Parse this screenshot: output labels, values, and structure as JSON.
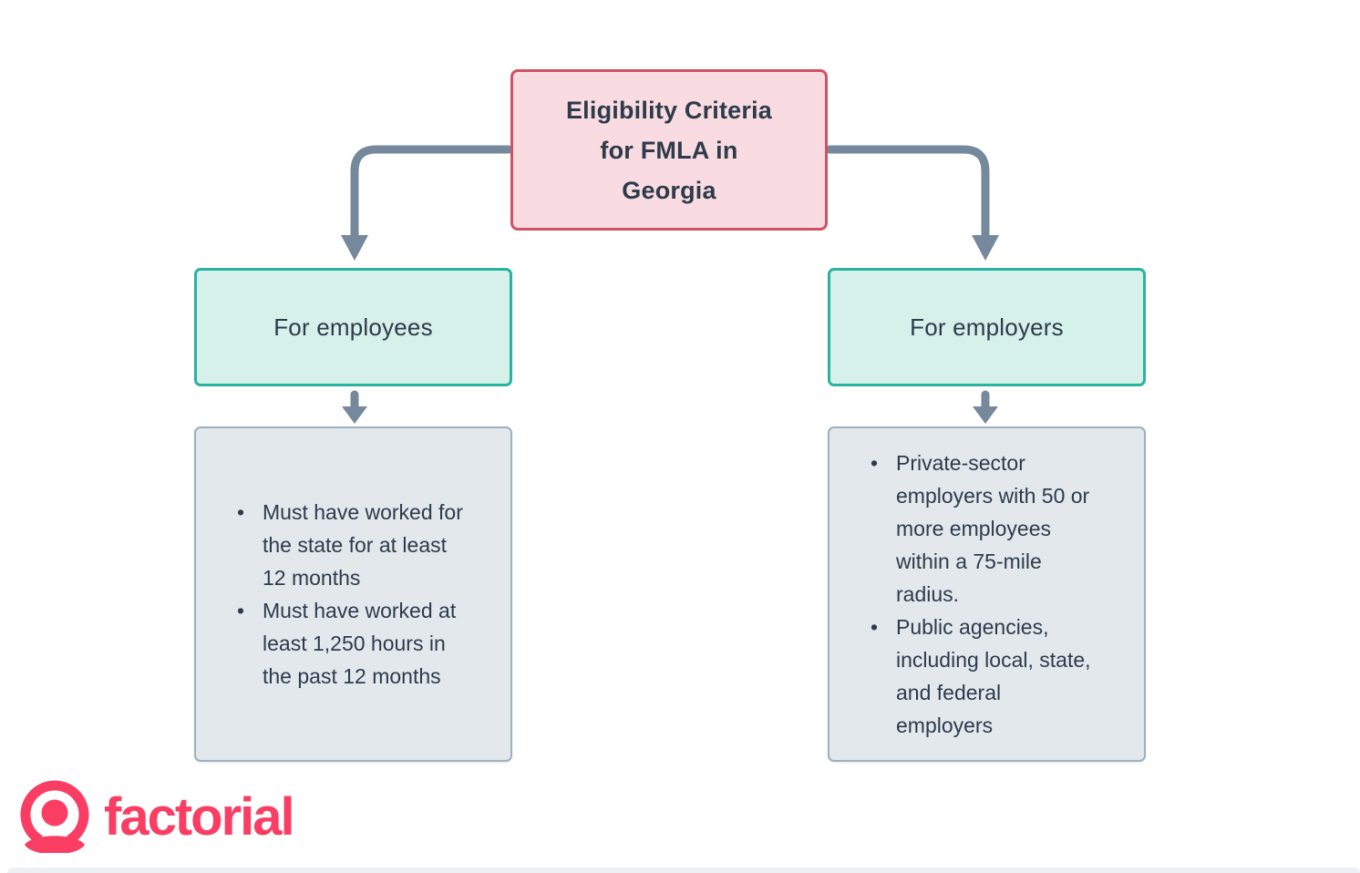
{
  "colors": {
    "page_bg": "#ffffff",
    "root_fill": "#f9dce1",
    "root_border": "#d15263",
    "branch_fill": "#d6f0ea",
    "branch_border": "#29b3a0",
    "leaf_fill": "#e3e8ed",
    "leaf_border": "#9db1c0",
    "arrow": "#76889b",
    "text": "#2e3b4b",
    "brand": "#fa3e63",
    "page_edge": "#eef1f4"
  },
  "icons": {
    "bullet": "•"
  },
  "diagram": {
    "root": {
      "title_lines": [
        "Eligibility Criteria",
        "for FMLA in",
        "Georgia"
      ]
    },
    "branches": [
      {
        "label": "For employees",
        "bullets": [
          "Must have worked for the state for at least 12 months",
          "Must have worked at least 1,250 hours in the past 12 months"
        ]
      },
      {
        "label": "For employers",
        "bullets": [
          "Private-sector employers with 50 or more employees within a 75-mile radius.",
          "Public agencies, including local, state, and federal employers"
        ]
      }
    ]
  },
  "footer": {
    "brand_name": "factorial"
  }
}
